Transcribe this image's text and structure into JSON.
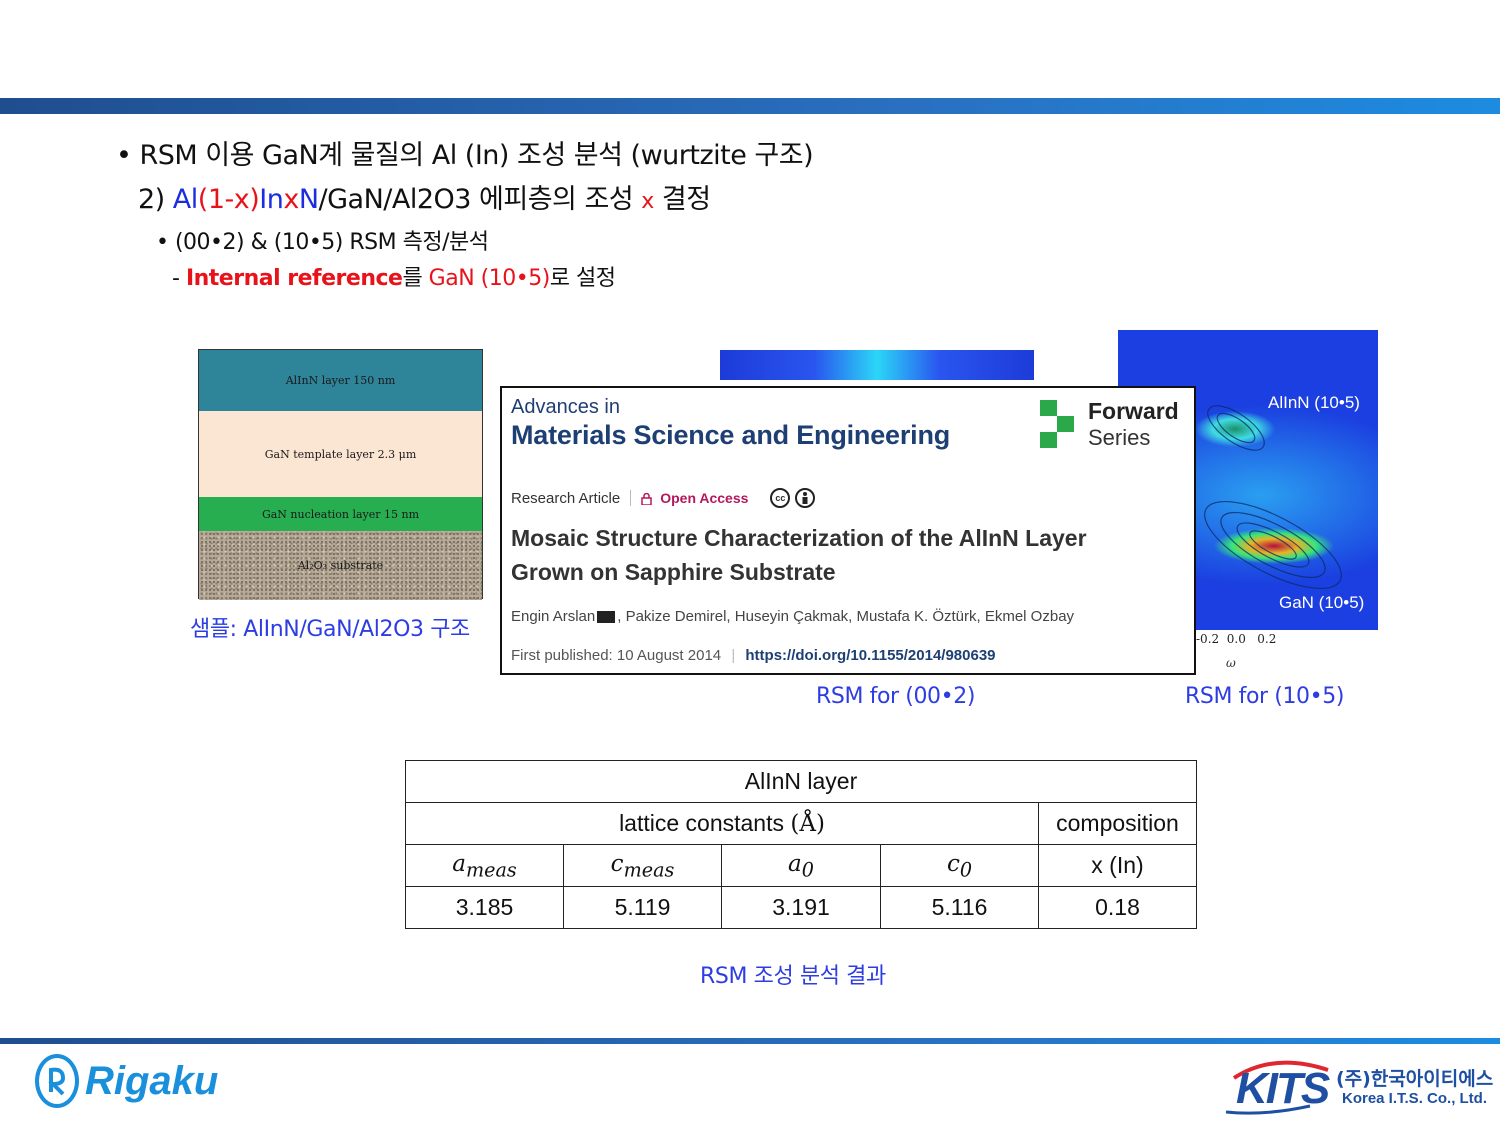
{
  "heading": {
    "bullet1": "• RSM 이용 GaN계 물질의 Al (In) 조성 분석 (wurtzite 구조)",
    "line2": {
      "prefix": "2) ",
      "al": "Al",
      "one_minus_x": "(1-x)",
      "in": "In",
      "x": "x",
      "n": "N",
      "rest": "/GaN/Al2O3 에피층의 조성 ",
      "x_red": "x",
      "suffix": " 결정"
    },
    "bullet3": "• (00•2) & (10•5) RSM 측정/분석",
    "line4": {
      "dash": "- ",
      "internal_reference": "Internal reference",
      "reul": "를 ",
      "gan_ref": "GaN (10•5)",
      "suffix": "로 설정"
    }
  },
  "layer_diagram": {
    "layers": [
      "AlInN layer 150 nm",
      "GaN template layer 2.3 μm",
      "GaN nucleation layer 15 nm",
      "Al₂O₃ substrate"
    ],
    "caption": "샘플: AlInN/GaN/Al2O3 구조"
  },
  "article": {
    "journal_small": "Advances in",
    "journal_big": "Materials Science and Engineering",
    "series_1": "Forward",
    "series_2": "Series",
    "article_type": "Research Article",
    "open_access": "Open Access",
    "cc_icons": [
      "cc-icon",
      "by-icon"
    ],
    "title_line1": "Mosaic Structure Characterization of the AlInN Layer",
    "title_line2": "Grown on Sapphire Substrate",
    "author_first": "Engin Arslan",
    "authors_rest": ", Pakize Demirel, Huseyin Çakmak, Mustafa K. Öztürk, Ekmel Ozbay",
    "published": "First published: 10 August 2014",
    "doi": "https://doi.org/10.1155/2014/980639"
  },
  "rsm": {
    "peak_upper": "AlInN (10•5)",
    "peak_lower": "GaN (10•5)",
    "ticks": "-0.2  0.0   0.2",
    "omega": "ω",
    "caption_002": "RSM for (00•2)",
    "caption_105": "RSM for (10•5)"
  },
  "table": {
    "title": "AlInN layer",
    "lattice_header": "lattice constants",
    "lattice_unit": "(Å)",
    "composition_header": "composition",
    "cols": [
      {
        "sym": "a",
        "sub": "meas"
      },
      {
        "sym": "c",
        "sub": "meas"
      },
      {
        "sym": "a",
        "sub": "0"
      },
      {
        "sym": "c",
        "sub": "0"
      },
      {
        "label": "x (In)"
      }
    ],
    "values": [
      "3.185",
      "5.119",
      "3.191",
      "5.116",
      "0.18"
    ],
    "caption": "RSM 조성 분석 결과"
  },
  "footer": {
    "rigaku": "Rigaku",
    "kits": "KITS",
    "kits_korean": "(주)한국아이티에스",
    "kits_english": "Korea I.T.S. Co., Ltd."
  }
}
